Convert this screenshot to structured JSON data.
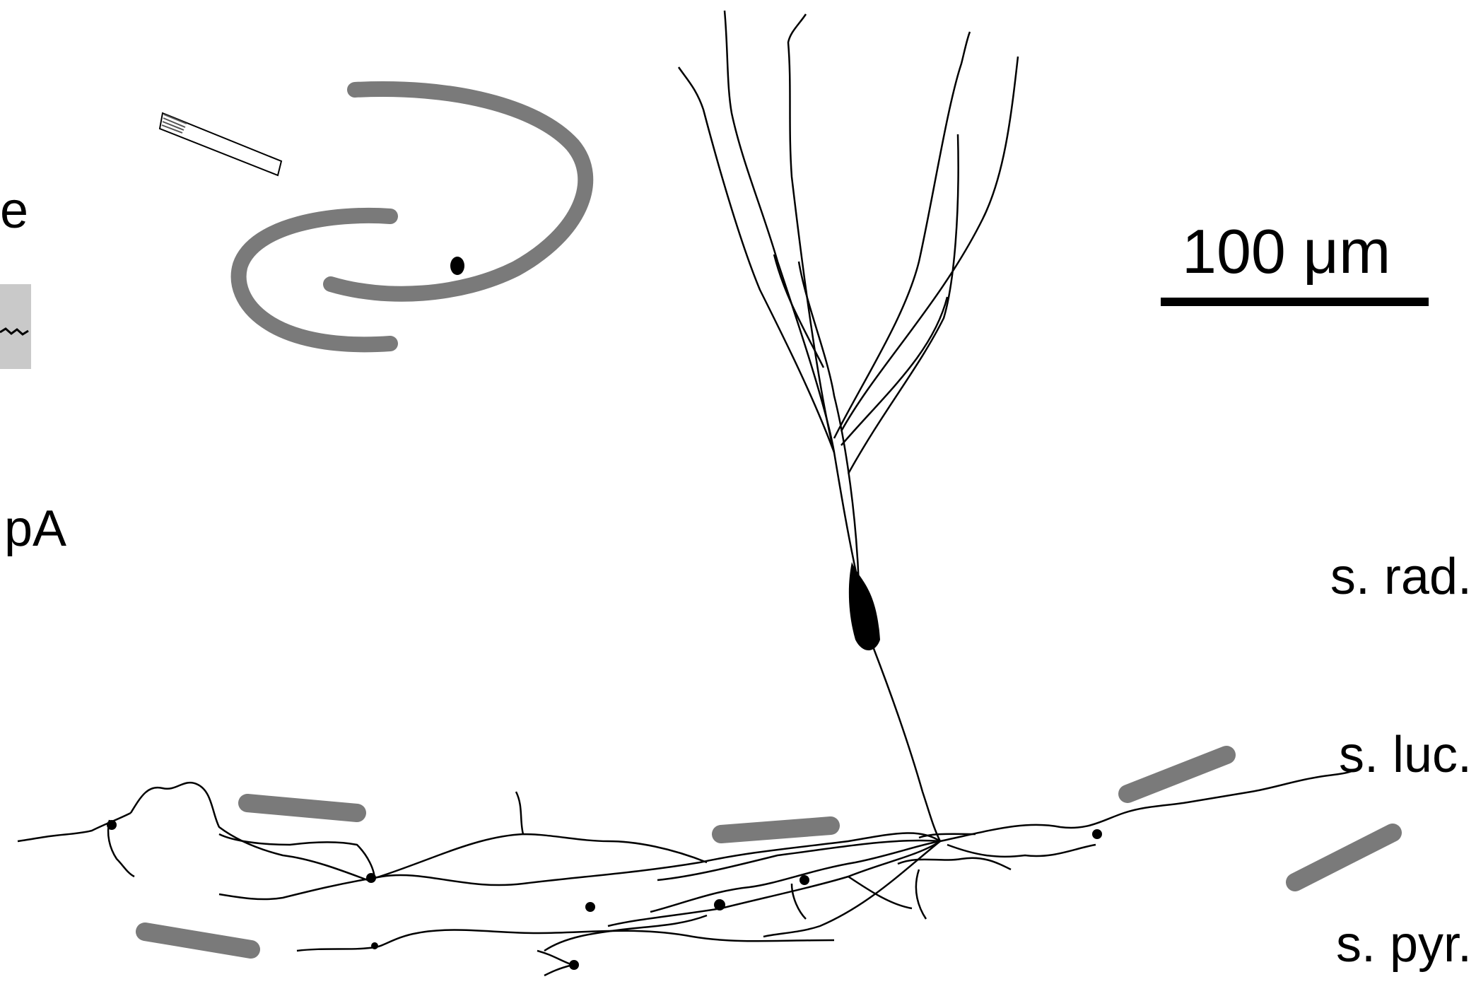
{
  "partial_labels": {
    "top": "e",
    "bottom": "pA"
  },
  "scale_bar": {
    "label": "100 μm"
  },
  "layers": {
    "radiatum": "s. rad.",
    "lucidum": "s. luc.",
    "pyramidale": "s. pyr."
  },
  "colors": {
    "neuron": "#000000",
    "cell_layer_band": "#7a7a7a",
    "trace_gray": "#bdbdbd"
  },
  "icons": {
    "electrode": "recording-electrode-icon",
    "hippocampus": "hippocampal-slice-schematic",
    "cell_marker": "cell-location-dot"
  }
}
